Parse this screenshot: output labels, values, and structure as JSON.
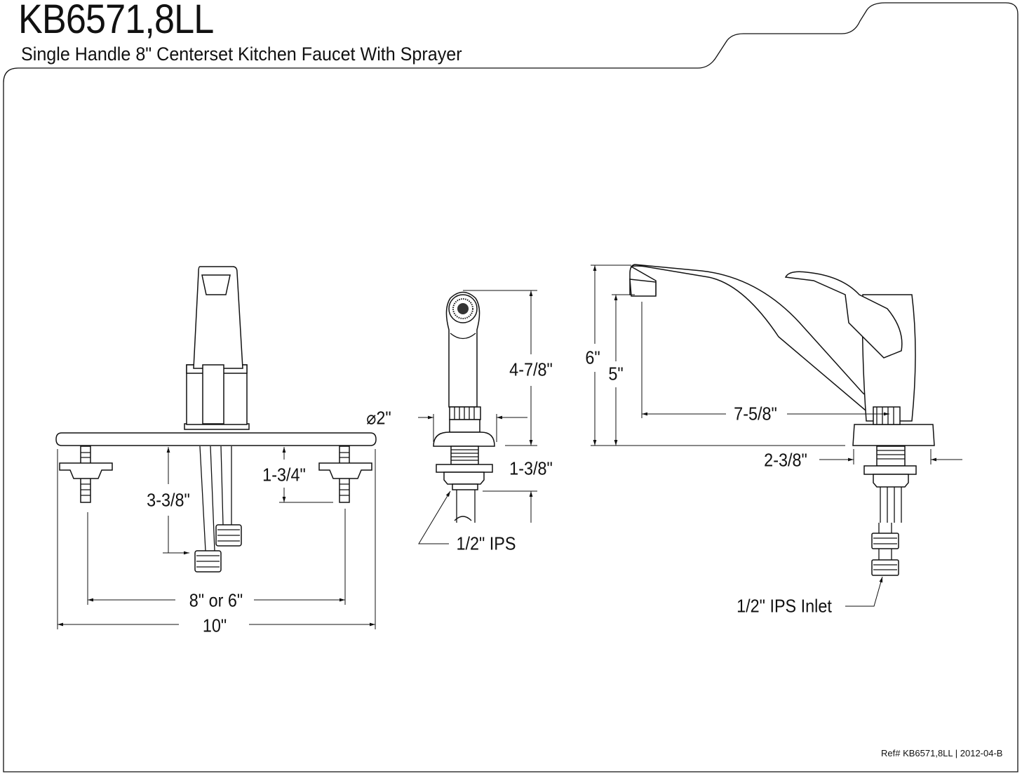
{
  "header": {
    "title": "KB6571,8LL",
    "subtitle": "Single Handle 8\" Centerset Kitchen Faucet With Sprayer"
  },
  "front_view": {
    "dim_overall_width": "10\"",
    "dim_centers": "8\" or 6\"",
    "dim_shank_length": "3-3/8\"",
    "dim_stud_length": "1-3/4\""
  },
  "sprayer_view": {
    "dim_height": "4-7/8\"",
    "dim_diameter": "⌀2\"",
    "dim_shank": "1-3/8\"",
    "dim_connection": "1/2\" IPS"
  },
  "side_view": {
    "dim_total_height": "6\"",
    "dim_spout_height": "5\"",
    "dim_spout_reach": "7-5/8\"",
    "dim_base_width": "2-3/8\"",
    "dim_inlet": "1/2\" IPS Inlet"
  },
  "footer": {
    "ref": "Ref# KB6571,8LL | 2012-04-B"
  }
}
